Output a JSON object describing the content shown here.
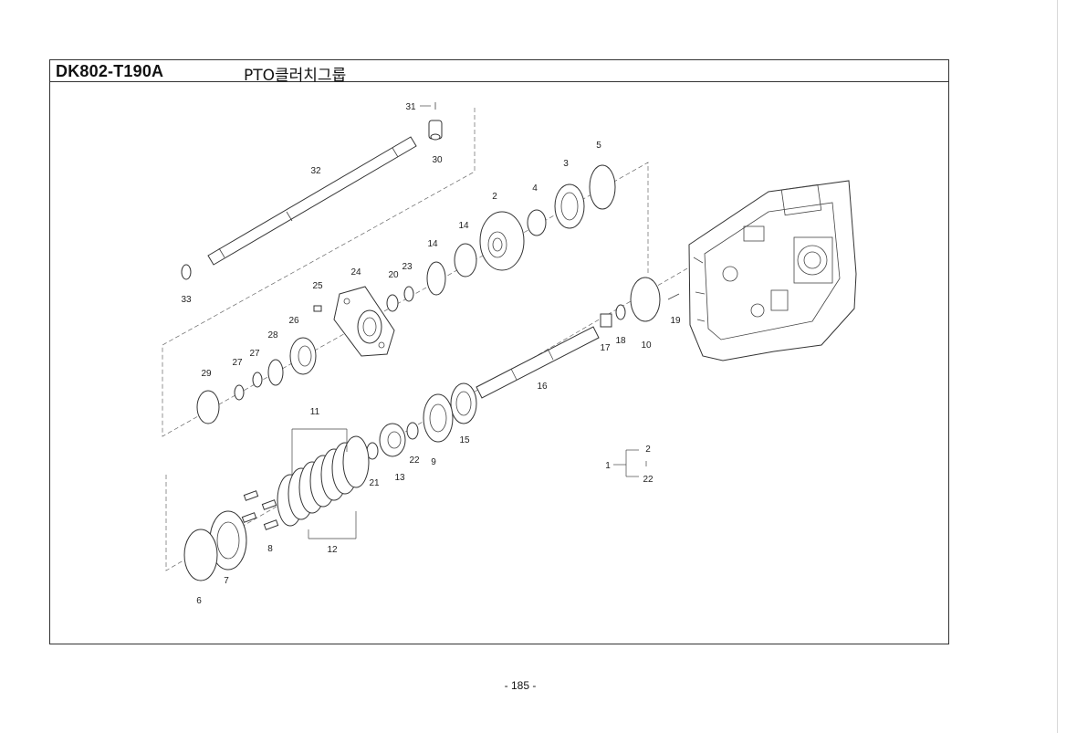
{
  "header": {
    "model_code": "DK802-T190A",
    "group_title": "PTO클러치그룹"
  },
  "callouts": {
    "c1": "1",
    "c2": "2",
    "c2b": "2",
    "c3": "3",
    "c4": "4",
    "c5": "5",
    "c6": "6",
    "c7": "7",
    "c8": "8",
    "c9": "9",
    "c10": "10",
    "c11": "11",
    "c12": "12",
    "c13": "13",
    "c14a": "14",
    "c14b": "14",
    "c15": "15",
    "c16": "16",
    "c17": "17",
    "c18": "18",
    "c19": "19",
    "c20": "20",
    "c21": "21",
    "c22a": "22",
    "c22b": "22",
    "c23": "23",
    "c24": "24",
    "c25": "25",
    "c26": "26",
    "c27a": "27",
    "c27b": "27",
    "c28": "28",
    "c29": "29",
    "c30": "30",
    "c31": "31",
    "c32": "32",
    "c33": "33"
  },
  "footer": {
    "page_number": "- 185 -"
  }
}
